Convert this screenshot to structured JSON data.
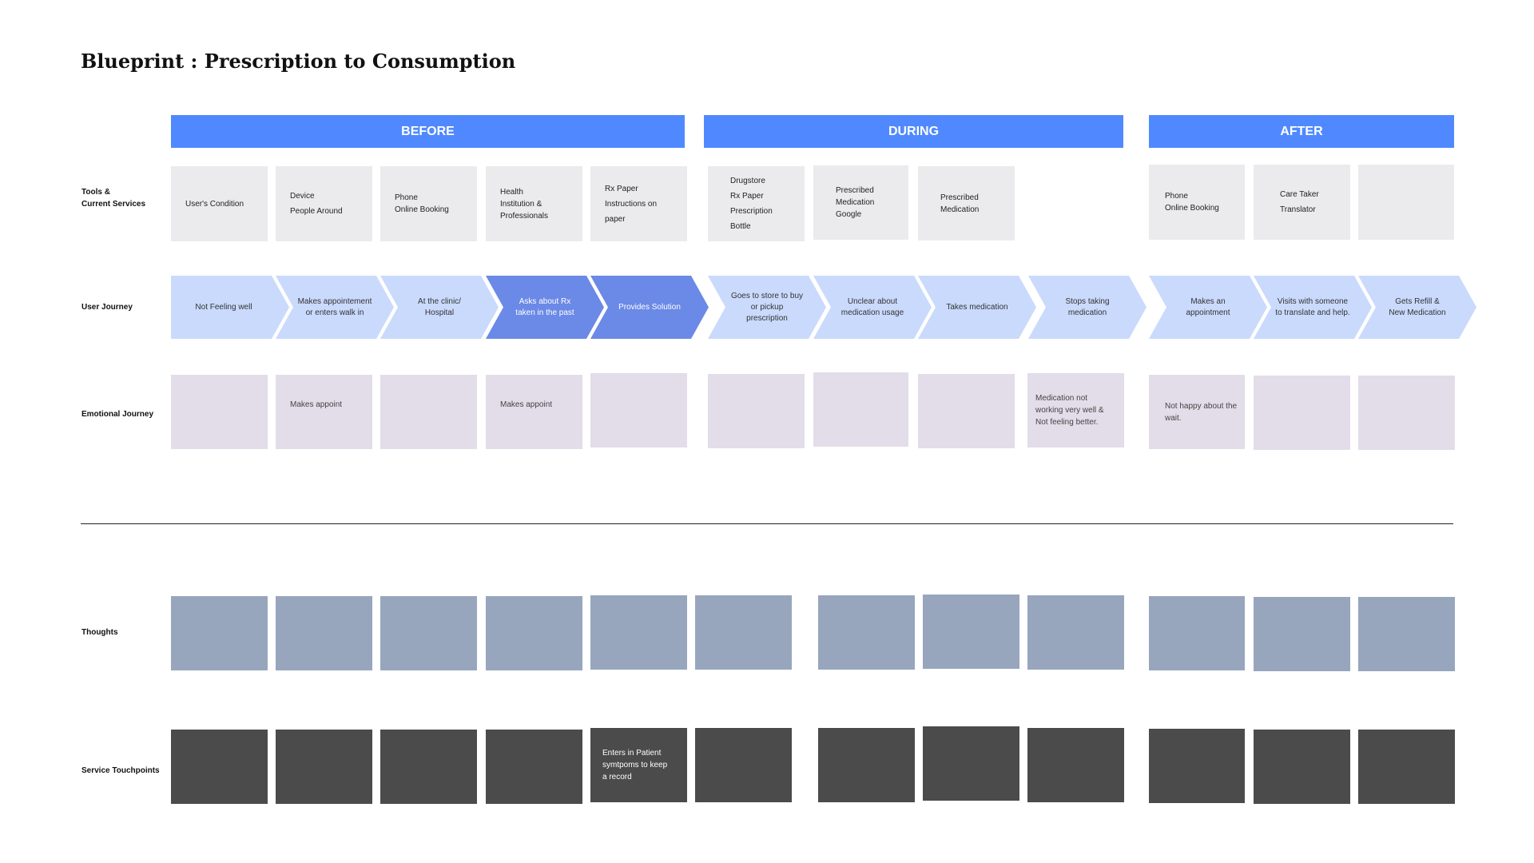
{
  "title": "Blueprint : Prescription to Consumption",
  "colors": {
    "phase": "#5089ff",
    "arrow_light": "#c9dafc",
    "arrow_dark": "#6b89e6",
    "tools_card": "#ebebed",
    "emotion_card": "#e2dde8",
    "thought_card": "#97a6bd",
    "touchpoint_card": "#4b4b4b"
  },
  "phases": [
    "BEFORE",
    "DURING",
    "AFTER"
  ],
  "row_labels": {
    "tools": "Tools &\nCurrent Services",
    "journey": "User Journey",
    "emotional": "Emotional Journey",
    "thoughts": "Thoughts",
    "touchpoints": "Service Touchpoints"
  },
  "tools": [
    "User's Condition",
    "Device\nPeople Around",
    "Phone\nOnline Booking",
    "Health\nInstitution &\nProfessionals",
    "Rx Paper\nInstructions on\npaper",
    "Drugstore\nRx Paper\nPrescription\nBottle",
    "Prescribed\nMedication\nGoogle",
    "Prescribed\nMedication",
    "Phone\nOnline Booking",
    "Care Taker\nTranslator",
    ""
  ],
  "journey": [
    {
      "text": "Not Feeling well",
      "style": "light"
    },
    {
      "text": "Makes appointement\nor enters walk in",
      "style": "light"
    },
    {
      "text": "At the clinic/\nHospital",
      "style": "light"
    },
    {
      "text": "Asks about Rx\ntaken in the past",
      "style": "dark"
    },
    {
      "text": "Provides Solution",
      "style": "dark"
    },
    {
      "text": "Goes to store to buy\nor pickup\nprescription",
      "style": "light"
    },
    {
      "text": "Unclear about\nmedication usage",
      "style": "light"
    },
    {
      "text": "Takes medication",
      "style": "light"
    },
    {
      "text": "Stops taking\nmedication",
      "style": "light"
    },
    {
      "text": "Makes an\nappointment",
      "style": "light"
    },
    {
      "text": "Visits with someone\nto translate and help.",
      "style": "light"
    },
    {
      "text": "Gets Refill &\nNew Medication",
      "style": "light"
    }
  ],
  "emotions": [
    "",
    "Makes appoint",
    "",
    "Makes appoint",
    "",
    "",
    "",
    "",
    "Medication not\nworking very well &\nNot feeling better.",
    "Not happy about the\nwait.",
    "",
    ""
  ],
  "touchpoints": [
    "",
    "",
    "",
    "",
    "Enters in Patient\nsymtpoms to keep\na record",
    "",
    "",
    "",
    "",
    "",
    "",
    ""
  ]
}
